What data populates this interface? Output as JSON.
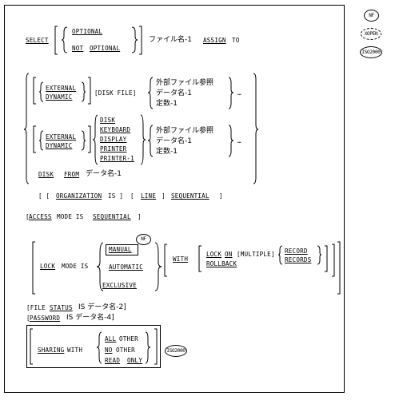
{
  "badges": {
    "nf": "NF",
    "xopen": "XOPEN",
    "iso": "ISO2000"
  },
  "select_clause": {
    "select": "SELECT",
    "optional": "OPTIONAL",
    "not": "NOT",
    "not_optional": "OPTIONAL",
    "filename": "ファイル名-1",
    "assign": "ASSIGN",
    "to": "TO"
  },
  "assign_group1": {
    "external": "EXTERNAL",
    "dynamic": "DYNAMIC",
    "disk_file": "[DISK FILE]",
    "ext_ref": "外部ファイル参照",
    "data_name": "データ名-1",
    "constant": "定数-1",
    "ellipsis": "…"
  },
  "assign_group2": {
    "external": "EXTERNAL",
    "dynamic": "DYNAMIC",
    "disk": "DISK",
    "keyboard": "KEYBOARD",
    "display": "DISPLAY",
    "printer": "PRINTER",
    "printer1": "PRINTER-1",
    "ext_ref": "外部ファイル参照",
    "data_name": "データ名-1",
    "constant": "定数-1",
    "ellipsis": "…"
  },
  "disk_from": {
    "disk": "DISK",
    "from": "FROM",
    "data_name": "データ名-1"
  },
  "organization": {
    "open": "[ [",
    "organization": "ORGANIZATION",
    "is": "IS ]",
    "line_open": "[",
    "line": "LINE",
    "line_close": "]",
    "sequential": "SEQUENTIAL",
    "close": "]"
  },
  "access": {
    "open": "[",
    "access": "ACCESS",
    "mode_is": "MODE IS",
    "sequential": "SEQUENTIAL",
    "close": "]"
  },
  "lock": {
    "lock": "LOCK",
    "mode_is": "MODE IS",
    "manual": "MANUAL",
    "automatic": "AUTOMATIC",
    "exclusive": "EXCLUSIVE",
    "with": "WITH",
    "lock_kw": "LOCK",
    "on": "ON",
    "multiple": "[MULTIPLE]",
    "record": "RECORD",
    "records": "RECORDS",
    "rollback": "ROLLBACK"
  },
  "file_status": {
    "open": "[FILE",
    "status": "STATUS",
    "rest": "IS データ名-2]"
  },
  "password": {
    "open": "[",
    "password": "PASSWORD",
    "rest": "IS データ名-4]"
  },
  "sharing": {
    "sharing": "SHARING",
    "with": "WITH",
    "all": "ALL",
    "other1": "OTHER",
    "no": "NO",
    "other2": "OTHER",
    "read": "READ",
    "only": "ONLY"
  }
}
